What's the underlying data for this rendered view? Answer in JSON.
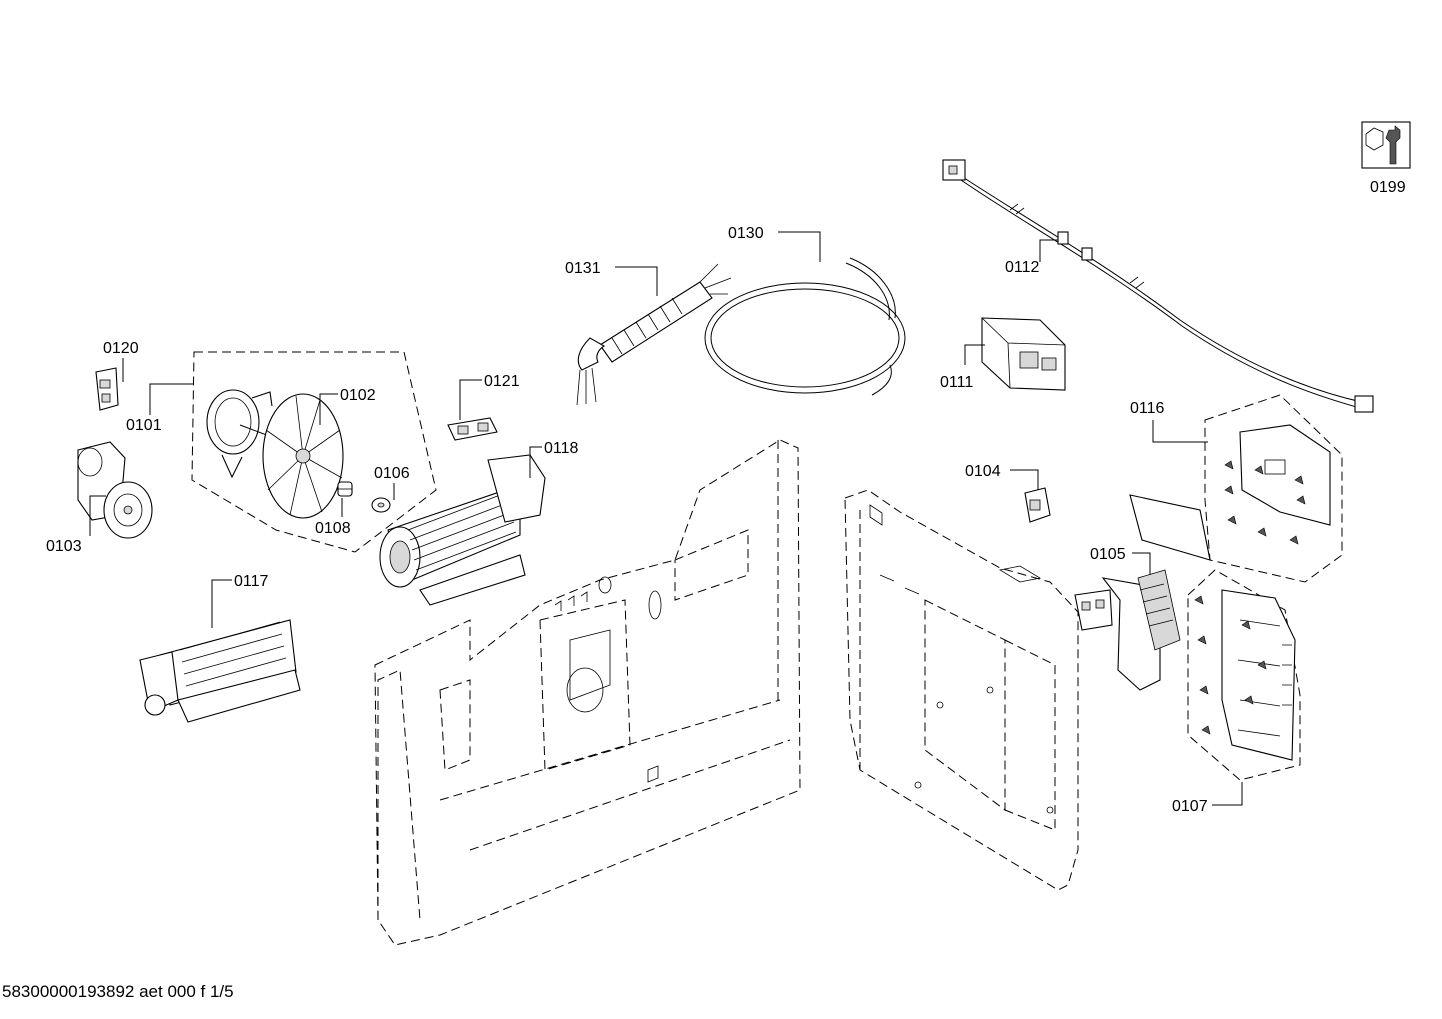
{
  "labels": {
    "p0101": "0101",
    "p0102": "0102",
    "p0103": "0103",
    "p0104": "0104",
    "p0105": "0105",
    "p0106": "0106",
    "p0107": "0107",
    "p0108": "0108",
    "p0111": "0111",
    "p0112": "0112",
    "p0116": "0116",
    "p0117": "0117",
    "p0118": "0118",
    "p0120": "0120",
    "p0121": "0121",
    "p0130": "0130",
    "p0131": "0131",
    "p0199": "0199"
  },
  "footer": {
    "doc_id": "58300000193892 aet 000 f 1/5"
  },
  "icons": {
    "service": "wrench-nut-icon"
  }
}
